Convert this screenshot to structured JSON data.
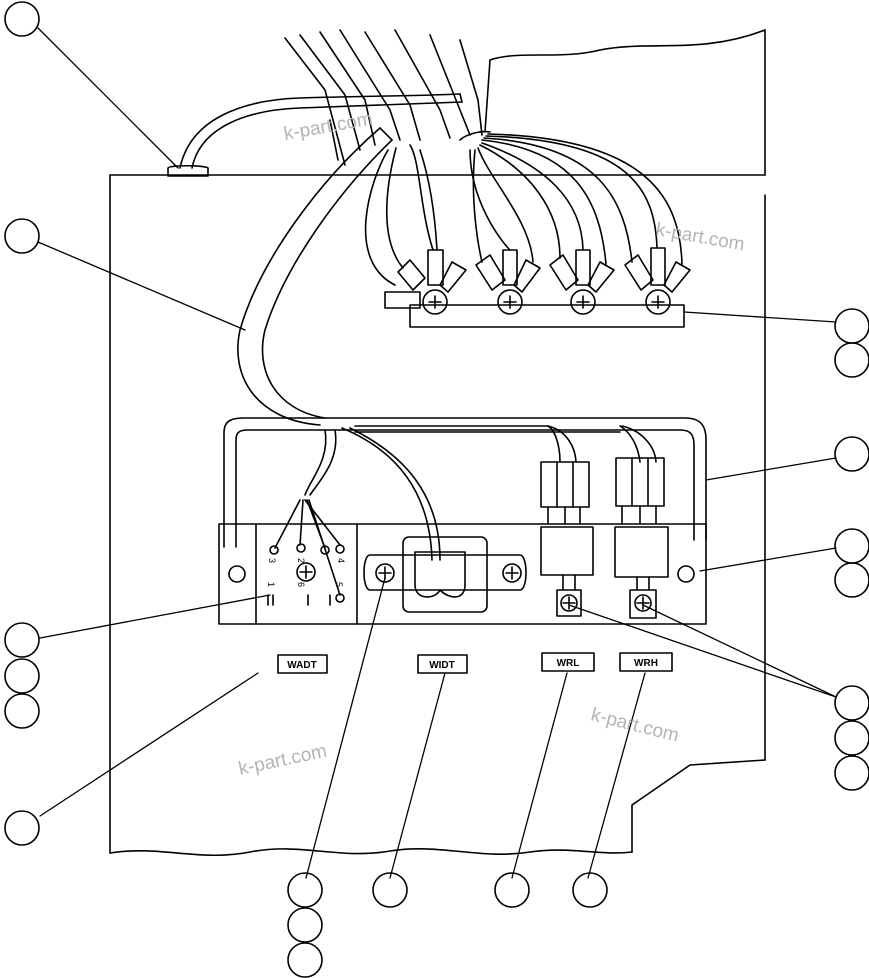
{
  "labels": {
    "tag_wadt": "WADT",
    "tag_widt": "WIDT",
    "tag_wrl": "WRL",
    "tag_wrh": "WRH",
    "conn_3": "3",
    "conn_1": "1",
    "conn_2": "2",
    "conn_6": "6",
    "conn_5": "5",
    "conn_4": "4"
  },
  "watermark": "k-part.com",
  "colors": {
    "line": "#000000",
    "background": "#ffffff",
    "watermark": "#b4b4b4"
  }
}
